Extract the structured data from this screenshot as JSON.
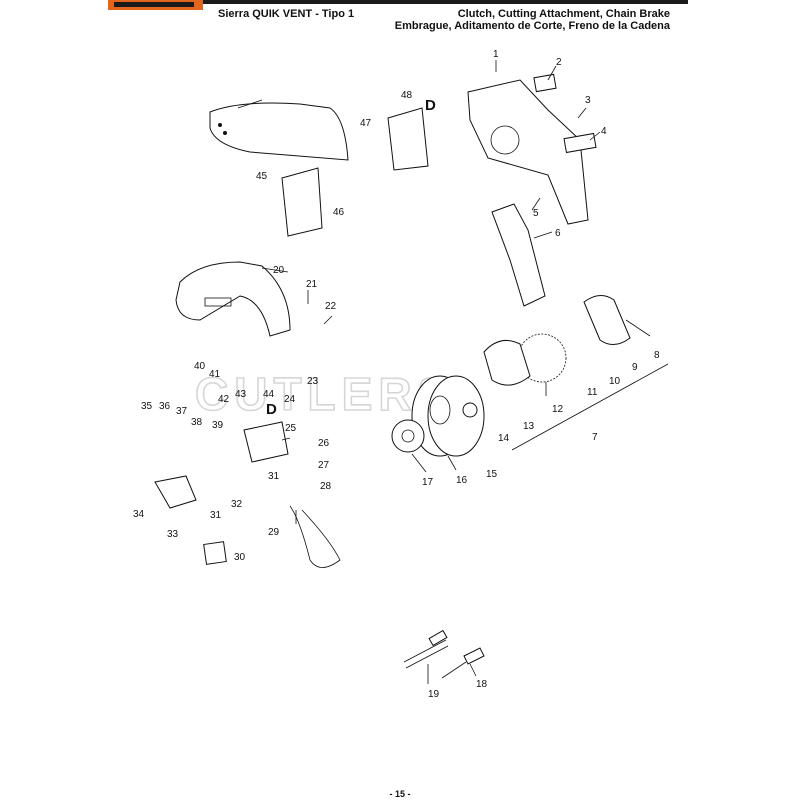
{
  "header": {
    "model_title": "Sierra QUIK VENT - Tipo 1",
    "section_title_en": "Clutch, Cutting Attachment, Chain Brake",
    "section_title_es": "Embrague, Aditamento de Corte, Freno de la Cadena",
    "logo_color": "#e3641b"
  },
  "watermark": "CUTLERS",
  "reference_marks": [
    "D",
    "D"
  ],
  "callouts": [
    "1",
    "2",
    "3",
    "4",
    "5",
    "6",
    "7",
    "8",
    "9",
    "10",
    "11",
    "12",
    "13",
    "14",
    "15",
    "16",
    "17",
    "18",
    "19",
    "20",
    "21",
    "22",
    "23",
    "24",
    "25",
    "26",
    "27",
    "28",
    "29",
    "30",
    "31",
    "31",
    "32",
    "33",
    "34",
    "35",
    "36",
    "37",
    "38",
    "39",
    "40",
    "41",
    "42",
    "43",
    "44",
    "45",
    "46",
    "47",
    "48"
  ],
  "footer": {
    "page_number": "- 15 -"
  }
}
